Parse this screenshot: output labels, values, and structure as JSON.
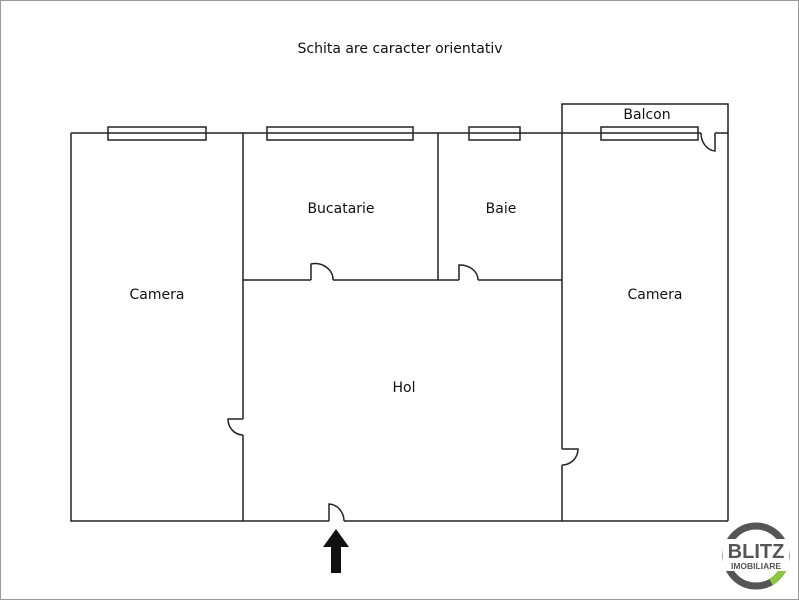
{
  "note": "Schita are caracter orientativ",
  "rooms": {
    "camera_left": "Camera",
    "bucatarie": "Bucatarie",
    "baie": "Baie",
    "camera_right": "Camera",
    "hol": "Hol",
    "balcon": "Balcon"
  },
  "logo": {
    "text": "BLITZ",
    "subtext": "IMOBILIARE",
    "ring_color": "#555555",
    "accent_color": "#8dc63f"
  },
  "colors": {
    "wall": "#222222",
    "arrow": "#111111"
  }
}
